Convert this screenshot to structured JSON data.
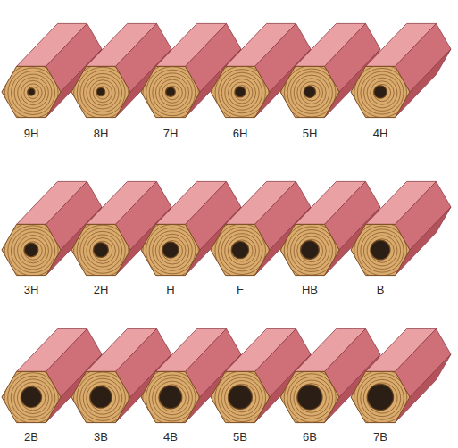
{
  "diagram": {
    "labels": [
      "9H",
      "8H",
      "7H",
      "6H",
      "5H",
      "4H",
      "3H",
      "2H",
      "H",
      "F",
      "HB",
      "B",
      "2B",
      "3B",
      "4B",
      "5B",
      "6B",
      "7B"
    ]
  }
}
